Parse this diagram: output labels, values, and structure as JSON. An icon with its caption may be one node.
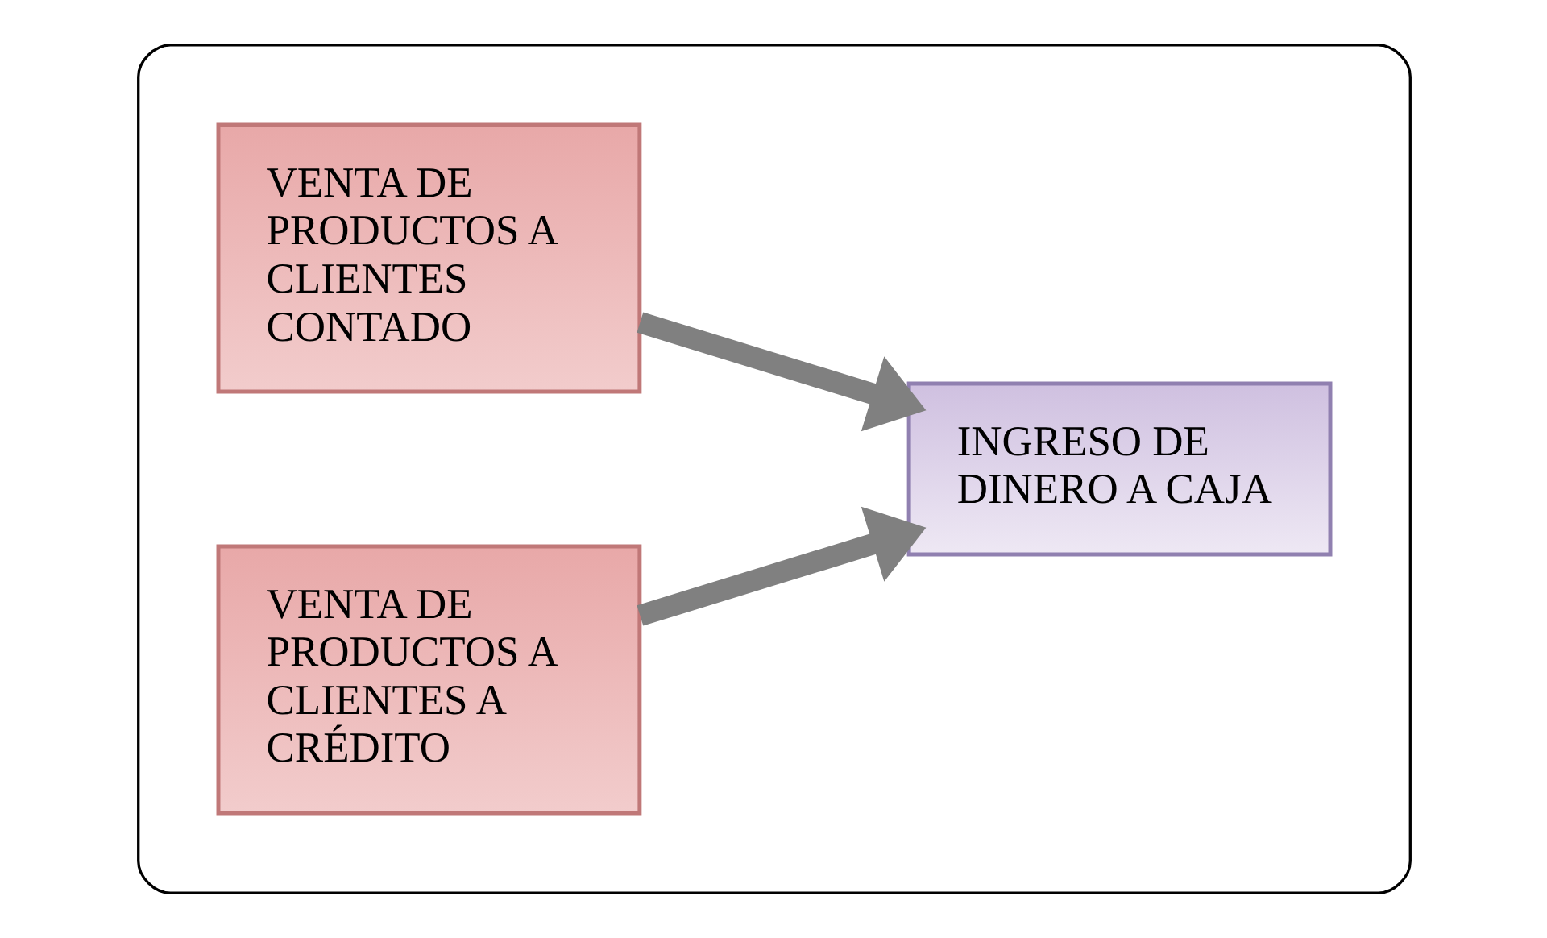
{
  "diagram": {
    "nodes": [
      {
        "text": [],
        "shape": "box"
      },
      {
        "text": [
          "VENTA DE PRODUCTOS A CLIENTES CONTADO"
        ],
        "in": 0
      },
      {
        "text": [
          "VENTA DE PRODUCTOS A CLIENTES A CRÉDITO"
        ],
        "in": 0
      },
      {
        "text": [
          "INGRESO DE DINERO A CAJA"
        ],
        "in": 0
      }
    ],
    "edges": [
      {
        "from": 1,
        "to": 3,
        "arrow": "to"
      },
      {
        "from": 2,
        "to": 3,
        "arrow": "to"
      }
    ]
  }
}
